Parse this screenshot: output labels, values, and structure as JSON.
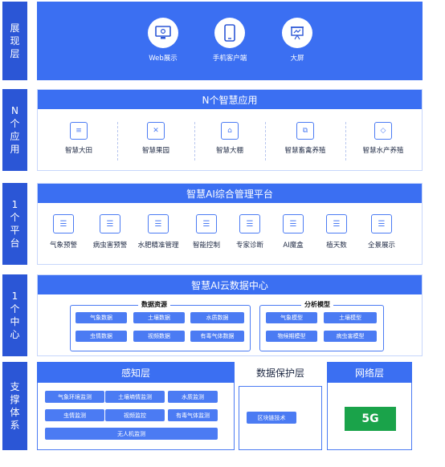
{
  "layers": {
    "presentation": {
      "side_label": "展现层",
      "items": [
        {
          "label": "Web展示",
          "icon": "monitor-icon"
        },
        {
          "label": "手机客户端",
          "icon": "phone-icon"
        },
        {
          "label": "大屏",
          "icon": "presentation-board-icon"
        }
      ]
    },
    "applications": {
      "side_label": "N个应用",
      "title": "N个智慧应用",
      "items": [
        {
          "label": "智慧大田",
          "icon": "field-icon"
        },
        {
          "label": "智慧果园",
          "icon": "orchard-icon"
        },
        {
          "label": "智慧大棚",
          "icon": "greenhouse-icon"
        },
        {
          "label": "智慧畜禽养殖",
          "icon": "livestock-icon"
        },
        {
          "label": "智慧水产养殖",
          "icon": "aquaculture-icon"
        }
      ]
    },
    "platform": {
      "side_label": "1个平台",
      "title": "智慧AI综合管理平台",
      "items": [
        {
          "label": "气象预警",
          "icon": "server-icon"
        },
        {
          "label": "病虫害预警",
          "icon": "server-icon"
        },
        {
          "label": "水肥精准管理",
          "icon": "server-icon"
        },
        {
          "label": "智能控制",
          "icon": "server-icon"
        },
        {
          "label": "专家诊断",
          "icon": "server-icon"
        },
        {
          "label": "AI魔盒",
          "icon": "server-icon"
        },
        {
          "label": "植天数",
          "icon": "server-icon"
        },
        {
          "label": "全景展示",
          "icon": "server-icon"
        }
      ]
    },
    "data_center": {
      "side_label": "1个中心",
      "title": "智慧AI云数据中心",
      "resources": {
        "title": "数据资源",
        "items": [
          "气象数据",
          "土壤数据",
          "水质数据",
          "虫情数据",
          "视频数据",
          "有毒气体数据"
        ]
      },
      "models": {
        "title": "分析模型",
        "items": [
          "气象模型",
          "土壤模型",
          "物候期模型",
          "病虫害模型"
        ]
      }
    },
    "support": {
      "side_label": "支撑体系",
      "sensing": {
        "title": "感知层",
        "items": [
          "气象环境监测",
          "土壤墒情监测",
          "水质监测",
          "虫情监测",
          "视频监控",
          "有毒气体监测",
          "无人机监测"
        ]
      },
      "protection": {
        "title": "数据保护层",
        "items": [
          "区块链技术"
        ]
      },
      "network": {
        "title": "网络层",
        "badge": "5G",
        "badge_color": "#1aa34a"
      }
    }
  },
  "colors": {
    "side_bg": "#2b56d6",
    "header_bg": "#3b6ff2",
    "chip_bg": "#4b7bf3"
  }
}
